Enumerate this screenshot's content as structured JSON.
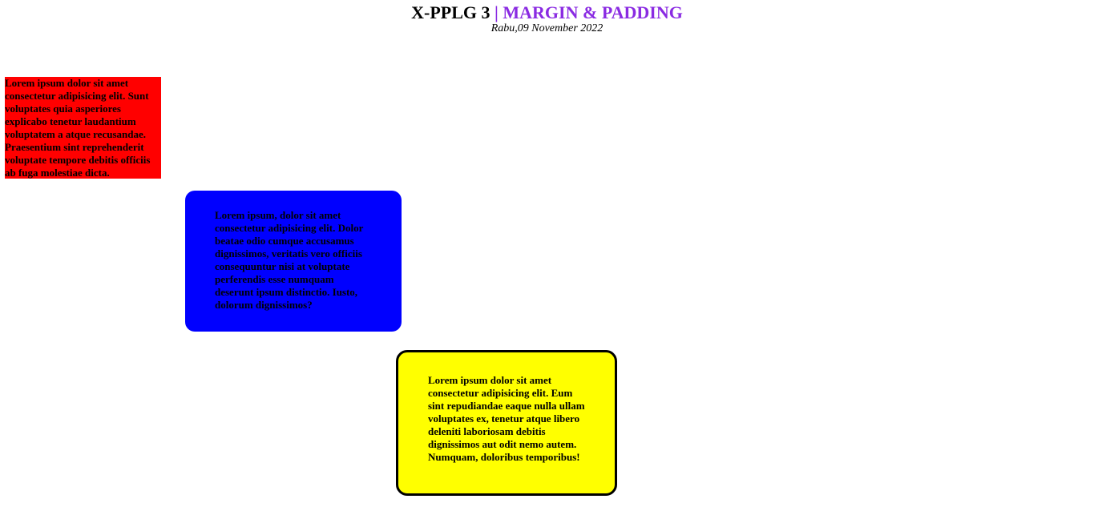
{
  "header": {
    "title_prefix": "X-PPLG 3 ",
    "title_separator": "| ",
    "title_accent": "MARGIN & PADDING",
    "date": "Rabu,09 November 2022"
  },
  "colors": {
    "accent": "#8a2be2",
    "red_box": "#ff0000",
    "blue_box": "#0000ff",
    "yellow_box": "#ffff00"
  },
  "boxes": {
    "red": "Lorem ipsum dolor sit amet consectetur adipisicing elit. Sunt voluptates quia asperiores explicabo tenetur laudantium voluptatem a atque recusandae. Praesentium sint reprehenderit voluptate tempore debitis officiis ab fuga molestiae dicta.",
    "blue": "Lorem ipsum, dolor sit amet consectetur adipisicing elit. Dolor beatae odio cumque accusamus dignissimos, veritatis vero officiis consequuntur nisi at voluptate perferendis esse numquam deserunt ipsum distinctio. Iusto, dolorum dignissimos?",
    "yellow": "Lorem ipsum dolor sit amet consectetur adipisicing elit. Eum sint repudiandae eaque nulla ullam voluptates ex, tenetur atque libero deleniti laboriosam debitis dignissimos aut odit nemo autem. Numquam, doloribus temporibus!"
  }
}
